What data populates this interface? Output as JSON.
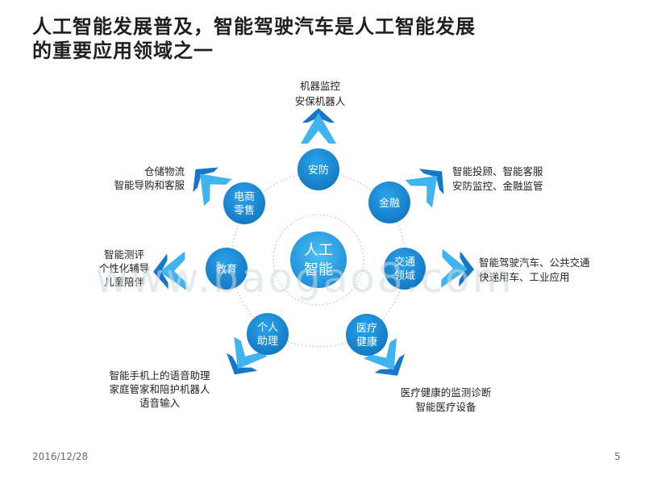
{
  "title": {
    "line1": "人工智能发展普及，智能驾驶汽车是人工智能发展",
    "line2": "的重要应用领域之一"
  },
  "center": {
    "line1": "人工",
    "line2": "智能"
  },
  "nodes": [
    {
      "key": "anfang",
      "line1": "安防",
      "line2": "",
      "desc": [
        "机器监控",
        "安保机器人"
      ]
    },
    {
      "key": "jinrong",
      "line1": "金融",
      "line2": "",
      "desc": [
        "智能投顾、智能客服",
        "安防监控、金融监管"
      ]
    },
    {
      "key": "jiaotong",
      "line1": "交通",
      "line2": "领域",
      "desc": [
        "智能驾驶汽车、公共交通",
        "快递用车、工业应用"
      ]
    },
    {
      "key": "yiliao",
      "line1": "医疗",
      "line2": "健康",
      "desc": [
        "医疗健康的监测诊断",
        "智能医疗设备"
      ]
    },
    {
      "key": "zhuli",
      "line1": "个人",
      "line2": "助理",
      "desc": [
        "智能手机上的语音助理",
        "家庭管家和陪护机器人",
        "语音输入"
      ]
    },
    {
      "key": "jiaoyu",
      "line1": "教育",
      "line2": "",
      "desc": [
        "智能测评",
        "个性化辅导",
        "儿童陪伴"
      ]
    },
    {
      "key": "dianshang",
      "line1": "电商",
      "line2": "零售",
      "desc": [
        "仓储物流",
        "智能导购和客服"
      ]
    }
  ],
  "watermark": "www.baogao8.com",
  "footer": {
    "date": "2016/12/28",
    "page": "5"
  },
  "colors": {
    "node": "#1a8fd8",
    "center": "#2aa1e6",
    "chevron_light": "#3fb4ee",
    "chevron_dark": "#1577c9",
    "dots": "#b9bcc0"
  }
}
